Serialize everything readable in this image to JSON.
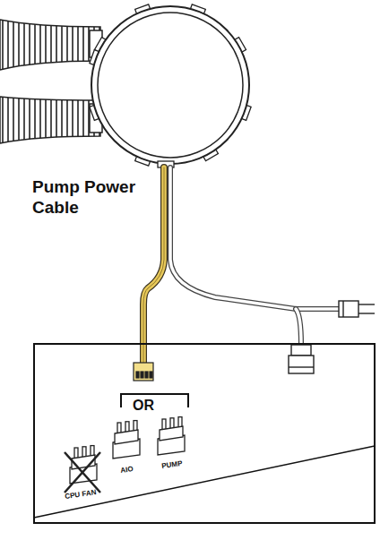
{
  "diagram": {
    "labels": [
      "Pump Power Cable",
      "OR",
      "CPU FAN",
      "AIO",
      "PUMP"
    ]
  }
}
